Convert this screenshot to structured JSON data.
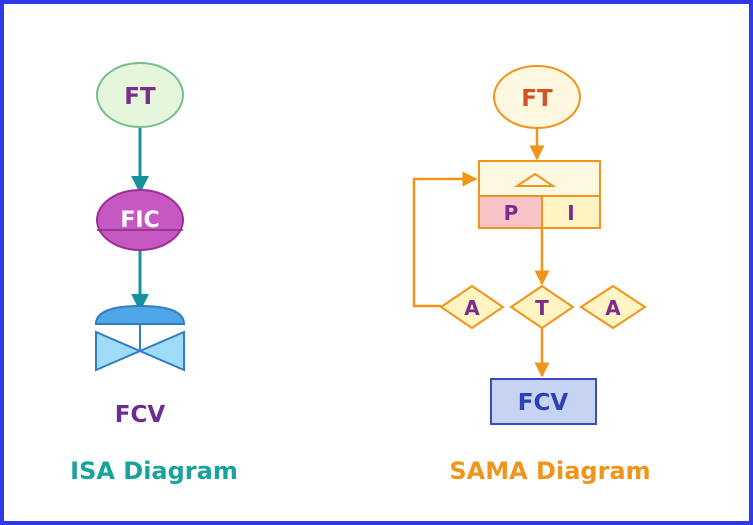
{
  "isa": {
    "transmitter": "FT",
    "controller": "FIC",
    "valve": "FCV",
    "caption": "ISA Diagram"
  },
  "sama": {
    "transmitter": "FT",
    "proportional": "P",
    "integral": "I",
    "left_manual": "A",
    "transfer": "T",
    "right_manual": "A",
    "final_element": "FCV",
    "caption": "SAMA Diagram"
  },
  "colors": {
    "border": "#2f39e8",
    "isa_line": "#15929b",
    "isa_caption": "#1aa39c",
    "ft_fill": "#e6f6dc",
    "ft_stroke": "#73c08a",
    "fic_fill": "#c659c1",
    "fic_stroke": "#9c2f97",
    "valve_fill": "#9fdbf6",
    "valve_top": "#4fa6e6",
    "valve_stroke": "#2f7dc4",
    "purple_text": "#6a2c96",
    "sama_orange": "#f0941c",
    "sama_text_red": "#d4542a",
    "sama_fill": "#fff8e0",
    "p_fill": "#f7c4c7",
    "diamond_fill": "#fff4c2",
    "fcv_box_fill": "#c7d3f3",
    "fcv_box_stroke": "#3c4cb8",
    "fcv_box_text": "#2f3fb5"
  }
}
